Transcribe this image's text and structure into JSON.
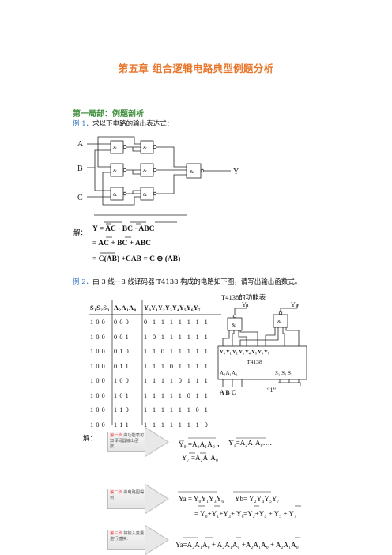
{
  "title": "第五章  组合逻辑电路典型例题分析",
  "section1": "第一局部：例题剖析",
  "ex1": {
    "prefix": "例 1．",
    "text": "求以下电路的输出表达式："
  },
  "circuit1": {
    "in_a": "A",
    "in_b": "B",
    "in_c": "C",
    "out": "Y",
    "gate": "&"
  },
  "sol_label": "解：",
  "sol1": {
    "line1": "Y = AC · BC · ABC",
    "line2": "= AC + BC + ABC",
    "line3": "= C(AB) +CAB = C ⊕ (AB)"
  },
  "ex2": {
    "prefix": "例 2．",
    "text": "由 3 线－8 线译码器 T4138 构成的电路如下图，请写出输出函数式。"
  },
  "table": {
    "headers": [
      "S₁S₂S₃",
      "A₂A₁A₀",
      "Y₀Y₁Y₂Y₃Y₄Y₅Y₆Y₇"
    ],
    "rows": [
      [
        "1 0 0",
        "0 0 0",
        "0 1 1 1 1 1 1 1"
      ],
      [
        "1 0 0",
        "0 0 1",
        "1 0 1 1 1 1 1 1"
      ],
      [
        "1 0 0",
        "0 1 0",
        "1 1 0 1 1 1 1 1"
      ],
      [
        "1 0 0",
        "0 1 1",
        "1 1 1 0 1 1 1 1"
      ],
      [
        "1 0 0",
        "1 0 0",
        "1 1 1 1 0 1 1 1"
      ],
      [
        "1 0 0",
        "1 0 1",
        "1 1 1 1 1 0 1 1"
      ],
      [
        "1 0 0",
        "1 1 0",
        "1 1 1 1 1 1 0 1"
      ],
      [
        "1 0 0",
        "1 1 1",
        "1 1 1 1 1 1 1 0"
      ]
    ]
  },
  "decoder": {
    "caption": "T4138的功能表",
    "ya": "Ya",
    "yb": "Yb",
    "gate": "&",
    "outputs": "Y₀ Y₁ Y₂ Y₃ Y₄ Y₅ Y₆ Y₇",
    "chip": "T4138",
    "addr": "A₂A₁A₀",
    "enable": "S₁ S₂ S₃",
    "inputs": "A B C",
    "one": "“1”"
  },
  "steps": [
    {
      "tag": "第一步",
      "text": "由功能表可知译码器输出函数："
    },
    {
      "tag": "第二步",
      "text": "由电路图得到："
    },
    {
      "tag": "第三步",
      "text": "将输入变量进行替换："
    }
  ],
  "eqs": {
    "y0": "Y₀ =A₂A₁A₀ ，",
    "y1": "Y₁=A₂A₁A₀….",
    "y7": "Y₇ =A₂A₁A₀",
    "ya": "Ya = Y₀Y₁Y₃Y₆",
    "yb": "Yb= Y₂Y₄Y₅Y₇",
    "ya2": "= Y₀+Y₁+Y₃+ Y₆",
    "yb2": "=Y₂+Y₄ + Y₅ + Y₇",
    "ya3": "Ya=A₂A₁A₀ + A₂A₁A₀ +A₂A₁A₀ + A₂A₁A₀"
  }
}
